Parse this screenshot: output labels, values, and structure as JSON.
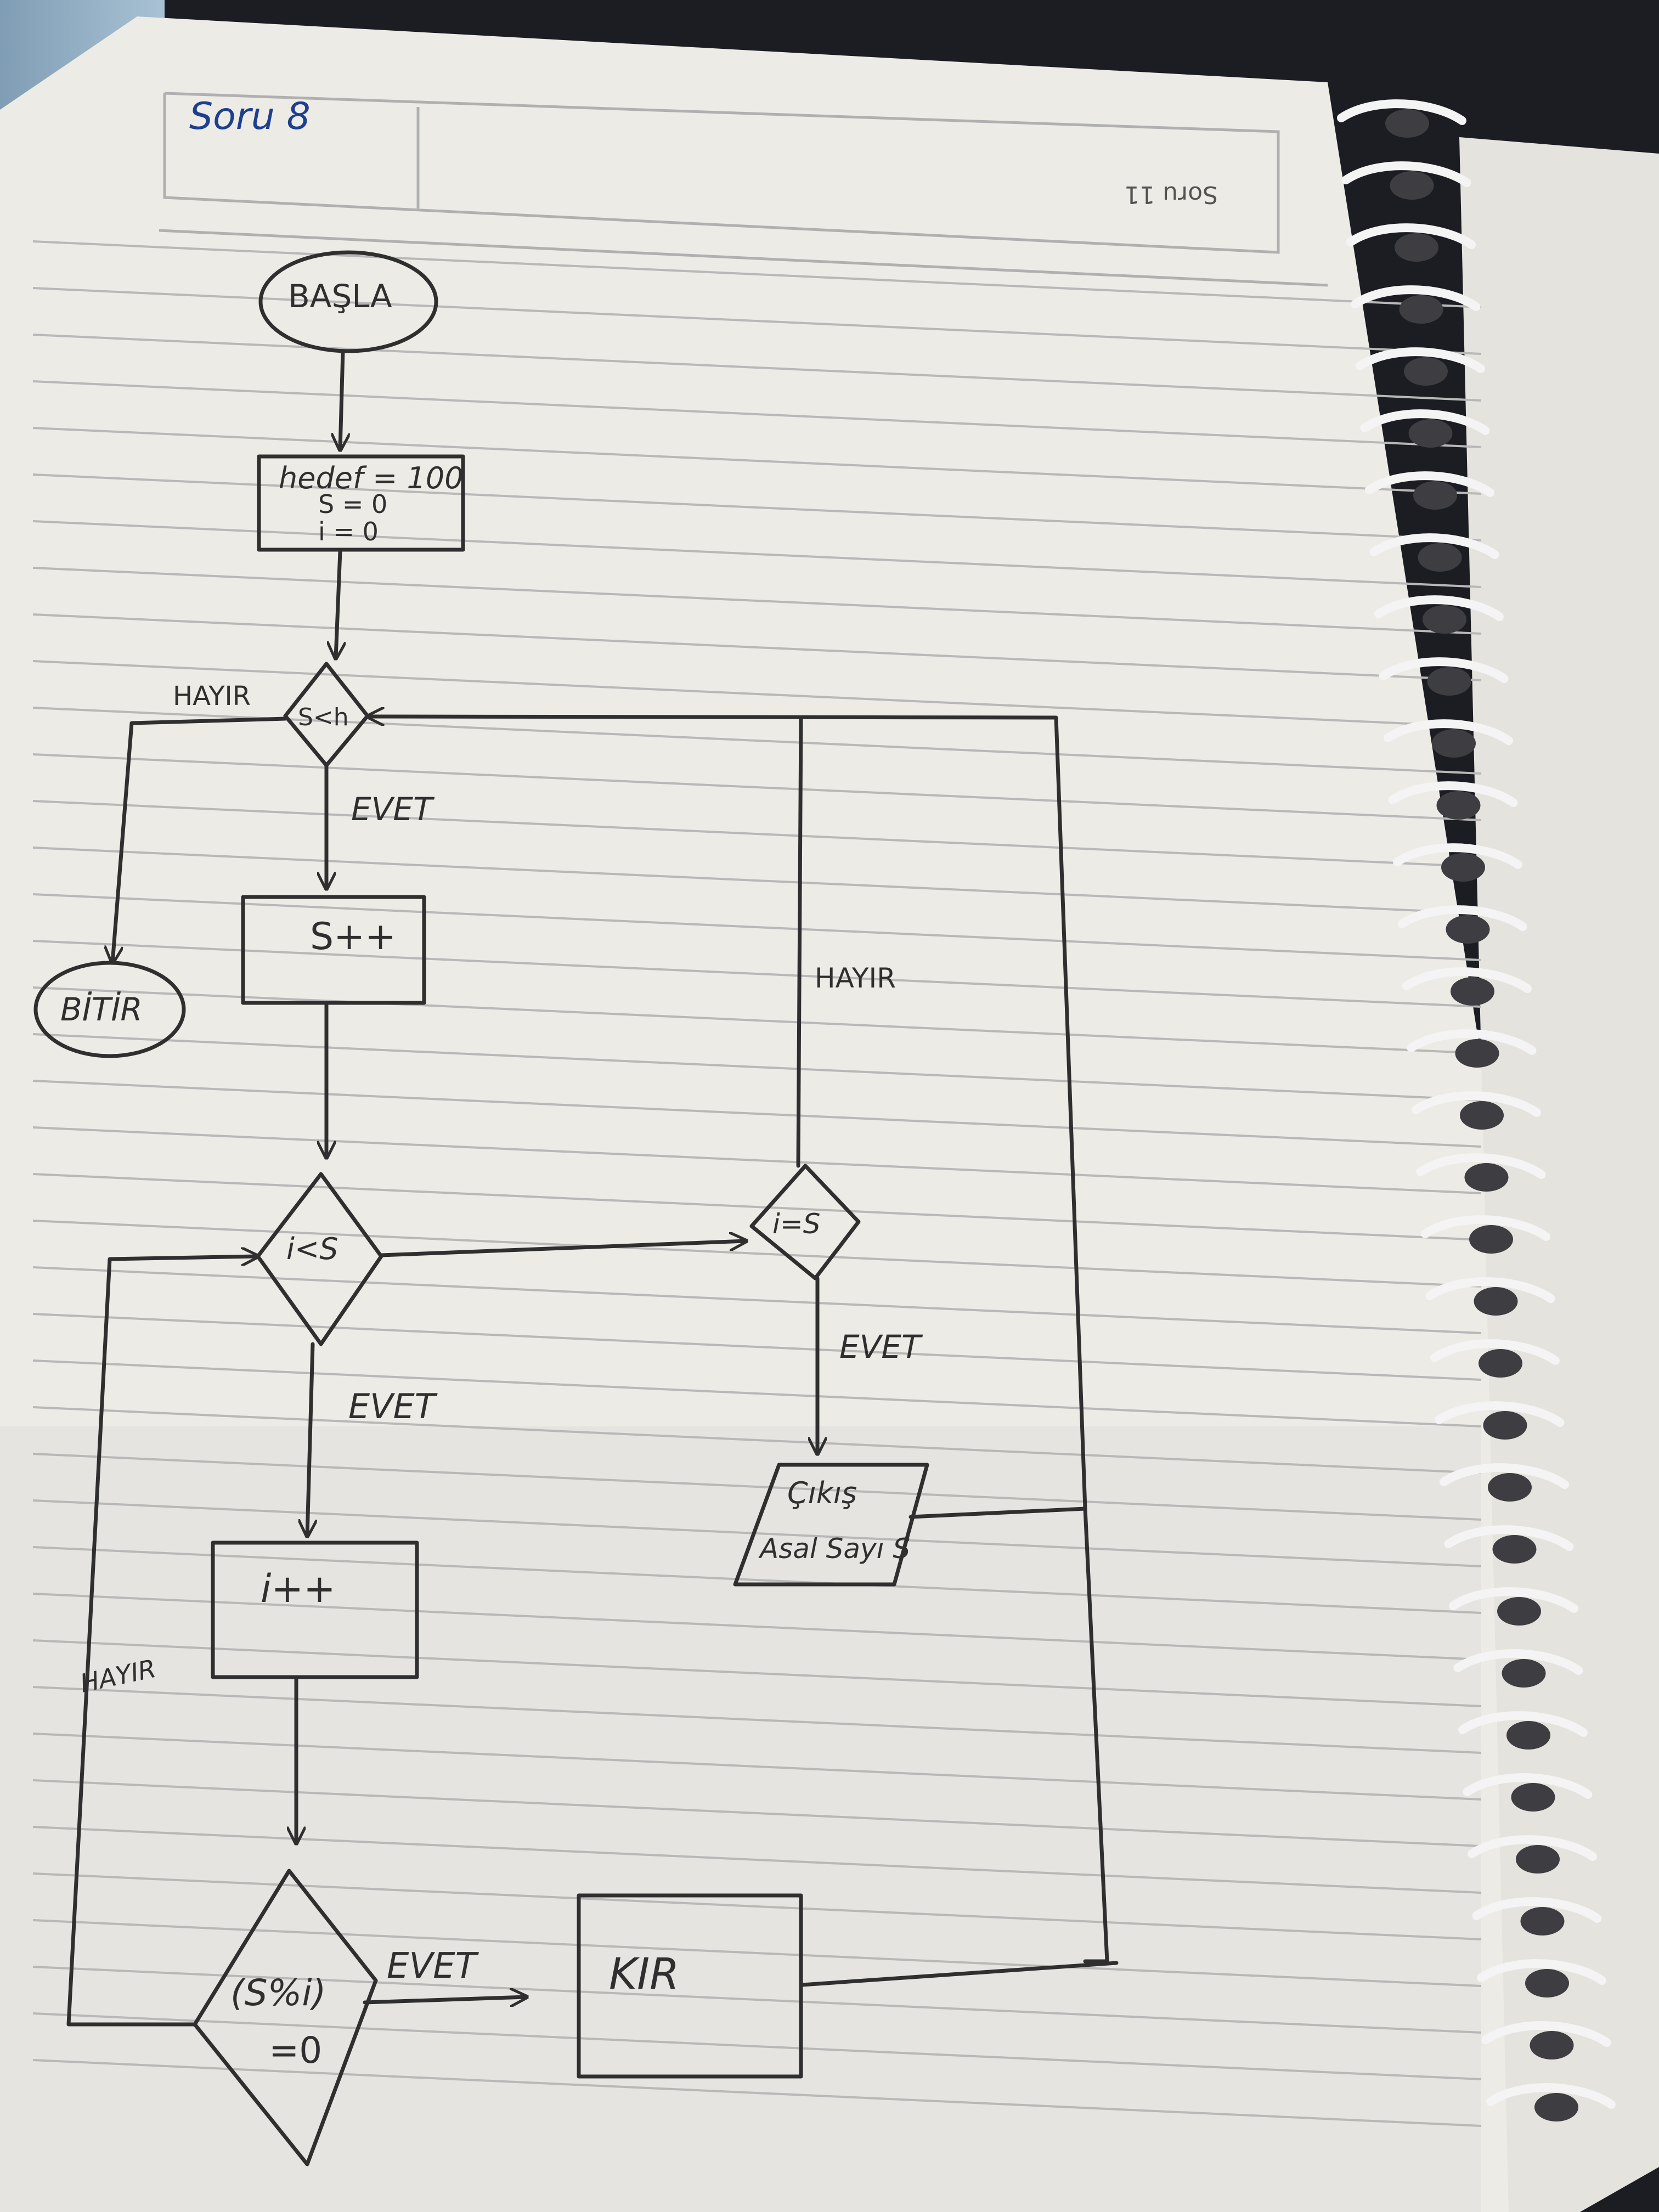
{
  "page": {
    "heading": "Soru 8",
    "faint_corner_text": "Soru 11"
  },
  "flowchart": {
    "start": "BAŞLA",
    "init": {
      "line1": "hedef = 100",
      "line2": "S = 0",
      "line3": "i = 0"
    },
    "cond_sh": "S<h",
    "s_inc": "S++",
    "end": "BİTİR",
    "cond_is": "i<S",
    "cond_ieqs": "i=S",
    "i_inc": "i++",
    "cond_mod": {
      "line1": "(S%i)",
      "line2": "=0"
    },
    "output": {
      "line1": "Çıkış",
      "line2": "Asal Sayı S"
    },
    "break": "KIR",
    "labels": {
      "hayir_top": "HAYIR",
      "evet_sh": "EVET",
      "hayir_mid": "HAYIR",
      "evet_ieqs": "EVET",
      "evet_is": "EVET",
      "hayir_left": "HAYIR",
      "evet_mod": "EVET"
    }
  },
  "colors": {
    "paper": "#ecebe6",
    "rule_line": "#b8b8b8",
    "ink": "#2f2f2f",
    "blue_ink": "#1d3f8e",
    "spiral": "#f4f4f4",
    "hole": "#3e3e42"
  }
}
